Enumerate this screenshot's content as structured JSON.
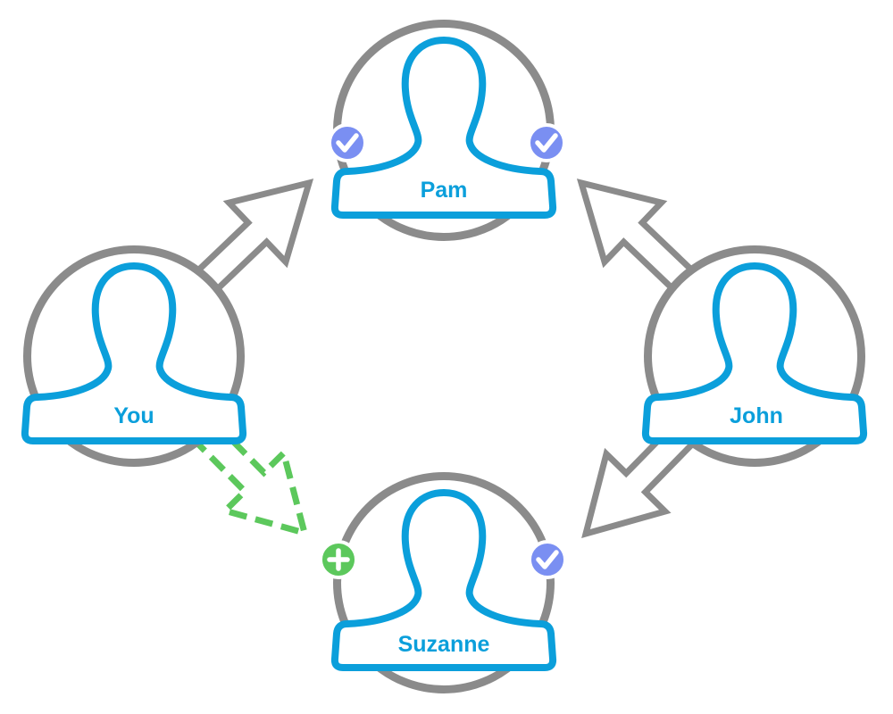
{
  "colors": {
    "ring": "#8b8b8b",
    "person": "#0b9fdb",
    "label": "#0b9fdb",
    "arrow": "#8b8b8b",
    "suggested_arrow": "#5cc85c",
    "check_badge": "#7a8ff2",
    "plus_badge": "#5cc85c",
    "badge_mark": "#ffffff"
  },
  "nodes": [
    {
      "label": "You",
      "badges": []
    },
    {
      "label": "Pam",
      "badges": [
        "check-badge-icon",
        "check-badge-icon"
      ]
    },
    {
      "label": "John",
      "badges": []
    },
    {
      "label": "Suzanne",
      "badges": [
        "plus-badge-icon",
        "check-badge-icon"
      ]
    }
  ],
  "edges": [
    {
      "from": 0,
      "to": 1,
      "dashed": false
    },
    {
      "from": 2,
      "to": 1,
      "dashed": false
    },
    {
      "from": 2,
      "to": 3,
      "dashed": false
    },
    {
      "from": 0,
      "to": 3,
      "dashed": true
    }
  ]
}
